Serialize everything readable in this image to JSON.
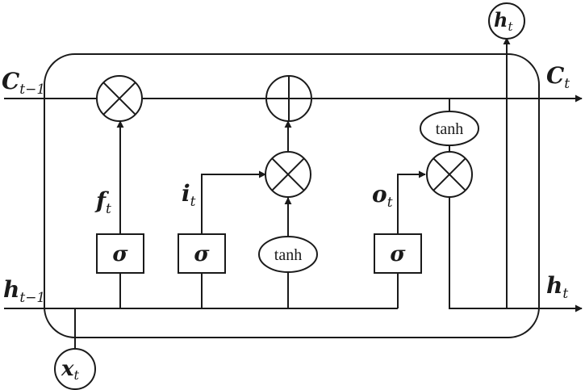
{
  "labels": {
    "c_prev": {
      "base": "C",
      "sub": "t−1"
    },
    "c_t": {
      "base": "C",
      "sub": "t"
    },
    "h_prev": {
      "base": "h",
      "sub": "t−1"
    },
    "h_t_out_right": {
      "base": "h",
      "sub": "t"
    },
    "h_t_out_top": {
      "base": "h",
      "sub": "t"
    },
    "x_t": {
      "base": "x",
      "sub": "t"
    },
    "f_t": {
      "base": "f",
      "sub": "t"
    },
    "i_t": {
      "base": "i",
      "sub": "t"
    },
    "o_t": {
      "base": "o",
      "sub": "t"
    }
  },
  "gates": {
    "sigma": "σ",
    "tanh": "tanh"
  },
  "colors": {
    "stroke": "#1a1a1a",
    "background": "#ffffff"
  }
}
